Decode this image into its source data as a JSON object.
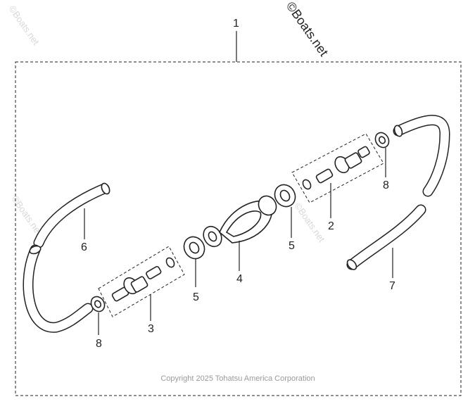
{
  "watermark": "©Boats.net",
  "copyright": "Copyright 2025 Tohatsu America Corporation",
  "callouts": {
    "c1": "1",
    "c2": "2",
    "c3": "3",
    "c4": "4",
    "c5a": "5",
    "c5b": "5",
    "c6": "6",
    "c7": "7",
    "c8a": "8",
    "c8b": "8"
  }
}
